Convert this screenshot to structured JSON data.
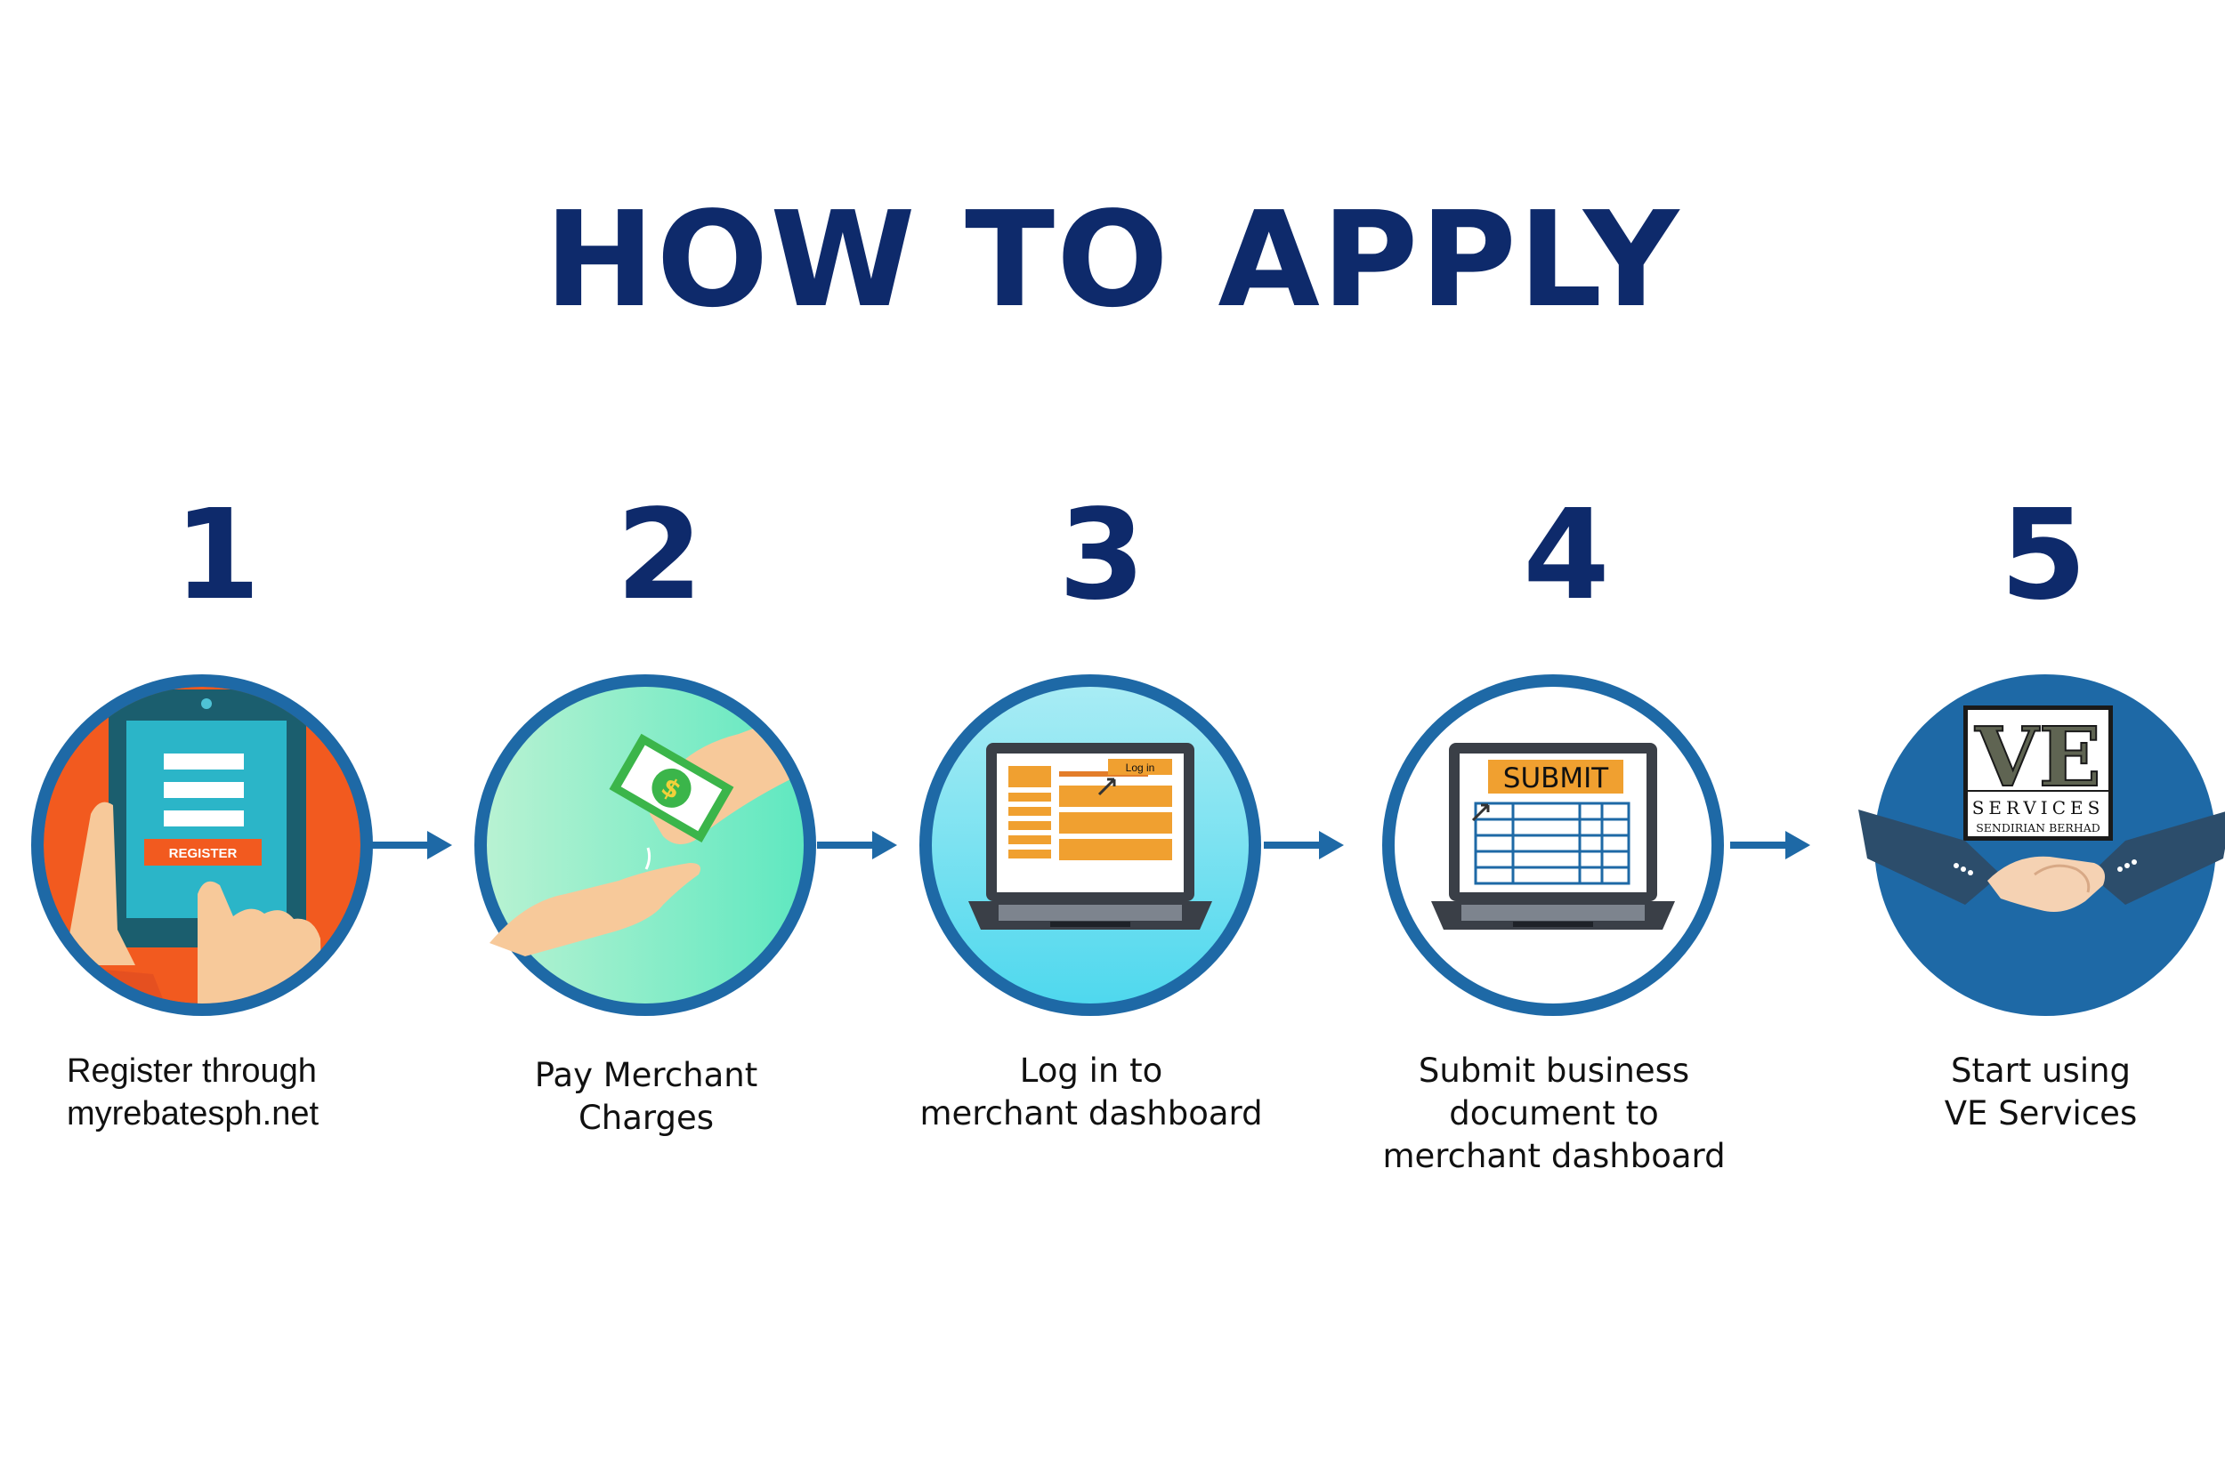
{
  "title": "HOW TO APPLY",
  "colors": {
    "title": "#0e2a6b",
    "ring": "#1e69a6",
    "arrow": "#1e69a6",
    "orange": "#f0a030",
    "register_bg": "#f25a1f"
  },
  "steps": [
    {
      "number": "1",
      "label_lines": [
        "Register through",
        "myrebatesph.net"
      ],
      "icon": "tablet-register-icon",
      "icon_text": "REGISTER"
    },
    {
      "number": "2",
      "label_lines": [
        "Pay Merchant",
        "Charges"
      ],
      "icon": "cash-hands-icon",
      "icon_text": "$"
    },
    {
      "number": "3",
      "label_lines": [
        "Log in to",
        "merchant dashboard"
      ],
      "icon": "laptop-login-icon",
      "icon_text": "Log in"
    },
    {
      "number": "4",
      "label_lines": [
        "Submit business",
        "document to",
        "merchant dashboard"
      ],
      "icon": "laptop-submit-icon",
      "icon_text": "SUBMIT"
    },
    {
      "number": "5",
      "label_lines": [
        "Start using",
        "VE Services"
      ],
      "icon": "handshake-icon",
      "icon_text": "VE",
      "logo_lines": [
        "SERVICES",
        "SENDIRIAN BERHAD"
      ]
    }
  ]
}
